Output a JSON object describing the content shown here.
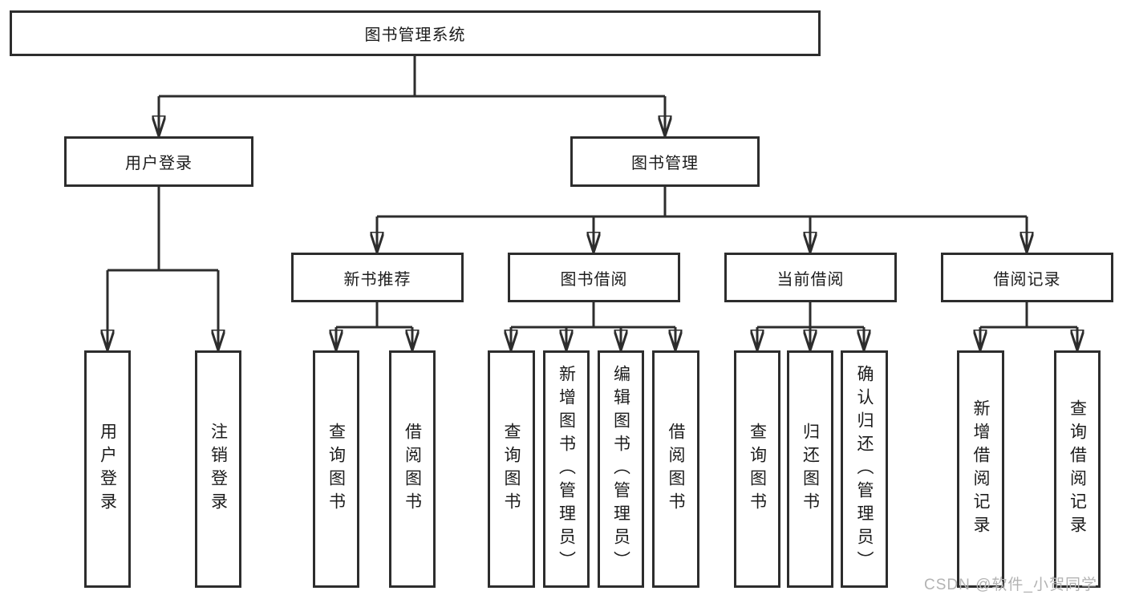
{
  "diagram_title": "图书管理系统",
  "tree": {
    "root": {
      "label": "图书管理系统",
      "children": [
        {
          "label": "用户登录",
          "children": [
            {
              "label": "用户登录"
            },
            {
              "label": "注销登录"
            }
          ]
        },
        {
          "label": "图书管理",
          "children": [
            {
              "label": "新书推荐",
              "children": [
                {
                  "label": "查询图书"
                },
                {
                  "label": "借阅图书"
                }
              ]
            },
            {
              "label": "图书借阅",
              "children": [
                {
                  "label": "查询图书"
                },
                {
                  "label": "新增图书（管理员）"
                },
                {
                  "label": "编辑图书（管理员）"
                },
                {
                  "label": "借阅图书"
                }
              ]
            },
            {
              "label": "当前借阅",
              "children": [
                {
                  "label": "查询图书"
                },
                {
                  "label": "归还图书"
                },
                {
                  "label": "确认归还（管理员）"
                }
              ]
            },
            {
              "label": "借阅记录",
              "children": [
                {
                  "label": "新增借阅记录"
                },
                {
                  "label": "查询借阅记录"
                }
              ]
            }
          ]
        }
      ]
    }
  },
  "watermark": {
    "text": "CSDN @软件_小贺同学"
  },
  "colors": {
    "line": "#2d2d2d",
    "text": "#1c1c1c",
    "watermark": "#b3b3b3",
    "background": "#ffffff"
  }
}
